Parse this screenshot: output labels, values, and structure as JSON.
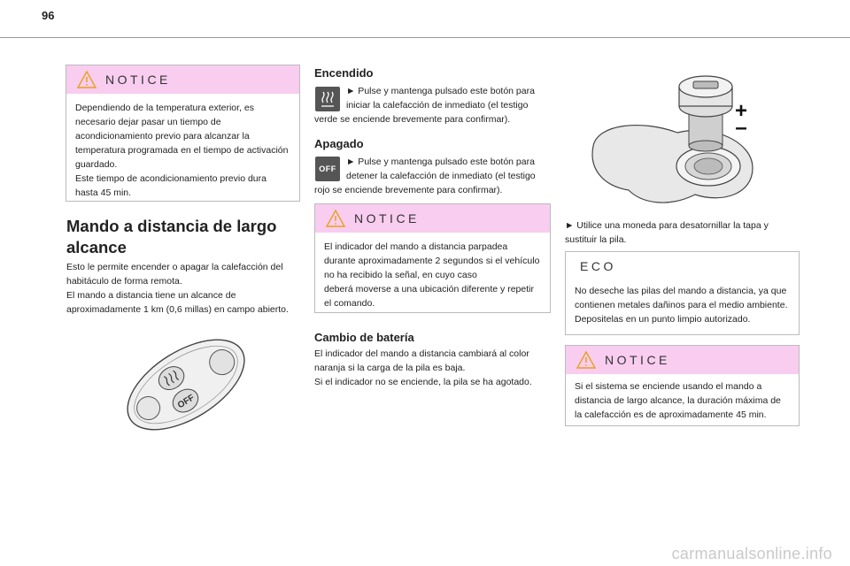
{
  "page": {
    "number": "96",
    "footer": "carmanualsonline.info"
  },
  "col1": {
    "notice": {
      "title": "NOTICE",
      "lines": [
        "Dependiendo de la temperatura exterior, es",
        "necesario dejar pasar un tiempo de",
        "acondicionamiento previo para alcanzar la",
        "temperatura programada en el tiempo de activación",
        "guardado.",
        "Este tiempo de acondicionamiento previo dura",
        "hasta 45 min."
      ]
    },
    "title_line1": "Mando a distancia de largo",
    "title_line2": "alcance",
    "intro": [
      "Esto le permite encender o apagar la calefacción del",
      "habitáculo de forma remota.",
      "El mando a distancia tiene un alcance de",
      "aproximadamente 1 km (0,6 millas) en campo abierto."
    ],
    "remote_off_label": "OFF"
  },
  "col2": {
    "encendido": {
      "heading": "Encendido",
      "lines": [
        "► Pulse y mantenga pulsado este botón para",
        "iniciar la calefacción de inmediato (el testigo",
        "verde se enciende brevemente para confirmar)."
      ]
    },
    "apagado": {
      "heading": "Apagado",
      "icon_label": "OFF",
      "lines": [
        "► Pulse y mantenga pulsado este botón para",
        "detener la calefacción de inmediato (el testigo",
        "rojo se enciende brevemente para confirmar)."
      ]
    },
    "notice": {
      "title": "NOTICE",
      "lines": [
        "El indicador del mando a distancia parpadea",
        "durante aproximadamente 2 segundos si el vehículo",
        "no ha recibido la señal, en cuyo caso",
        "deberá moverse a una ubicación diferente y repetir",
        "el comando."
      ]
    },
    "bateria": {
      "heading": "Cambio de batería",
      "lines": [
        "El indicador del mando a distancia cambiará al color",
        "naranja si la carga de la pila es baja.",
        "Si el indicador no se enciende, la pila se ha agotado."
      ]
    }
  },
  "col3": {
    "battery_plus": "+",
    "battery_minus": "–",
    "coin": [
      "► Utilice una moneda para desatornillar la tapa y",
      "sustituir la pila."
    ],
    "eco": {
      "title": "ECO",
      "lines": [
        "No deseche las pilas del mando a distancia, ya que",
        "contienen metales dañinos para el medio ambiente.",
        "Depositelas en un punto limpio autorizado."
      ]
    },
    "notice": {
      "title": "NOTICE",
      "lines": [
        "Si el sistema se enciende usando el mando a",
        "distancia de largo alcance, la duración máxima de",
        "la calefacción es de aproximadamente 45 min."
      ]
    }
  }
}
